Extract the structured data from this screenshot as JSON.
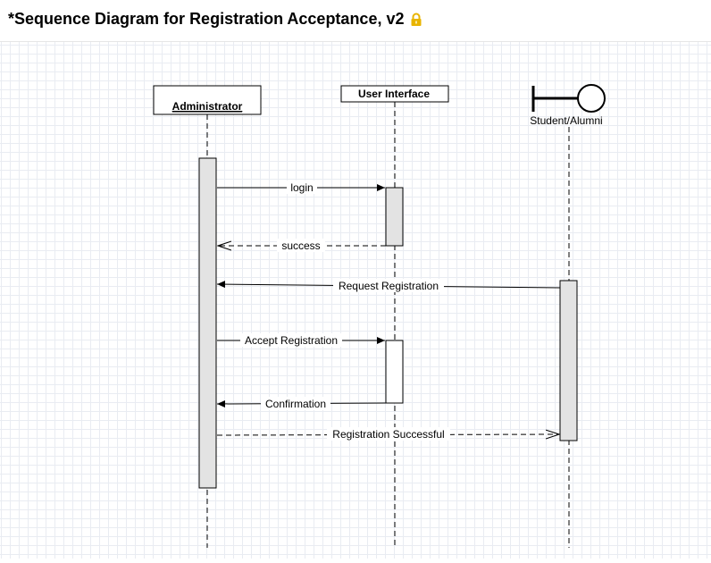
{
  "header": {
    "title": "*Sequence Diagram for Registration Acceptance, v2",
    "lock_icon": "lock-icon",
    "lock_color": "#e8b400"
  },
  "diagram": {
    "participants": [
      {
        "id": "administrator",
        "label": "Administrator",
        "kind": "object",
        "underlined": true
      },
      {
        "id": "user-interface",
        "label": "User Interface",
        "kind": "object",
        "underlined": false
      },
      {
        "id": "student-alumni",
        "label": "Student/Alumni",
        "kind": "boundary",
        "underlined": false
      }
    ],
    "messages": [
      {
        "id": "login",
        "label": "login",
        "from": "administrator",
        "to": "user-interface",
        "style": "solid"
      },
      {
        "id": "success",
        "label": "success",
        "from": "user-interface",
        "to": "administrator",
        "style": "dashed"
      },
      {
        "id": "request-registration",
        "label": "Request Registration",
        "from": "student-alumni",
        "to": "administrator",
        "style": "solid"
      },
      {
        "id": "accept-registration",
        "label": "Accept Registration",
        "from": "administrator",
        "to": "user-interface",
        "style": "solid"
      },
      {
        "id": "confirmation",
        "label": "Confirmation",
        "from": "user-interface",
        "to": "administrator",
        "style": "solid"
      },
      {
        "id": "registration-successful",
        "label": "Registration Successful",
        "from": "administrator",
        "to": "student-alumni",
        "style": "dashed"
      }
    ],
    "colors": {
      "activation_fill": "#e3e3e3",
      "activation_plain_fill": "#ffffff",
      "line": "#000000",
      "grid": "#e9ecf2"
    }
  }
}
